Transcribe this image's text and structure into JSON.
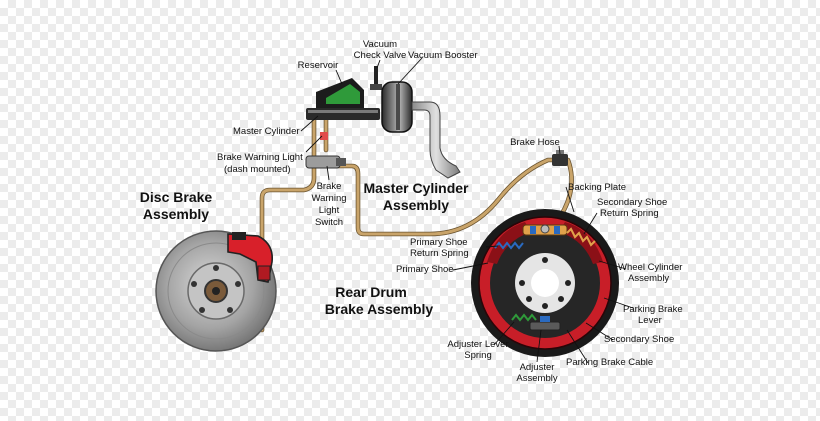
{
  "labels": {
    "vacuum_check_valve_1": "Vacuum",
    "vacuum_check_valve_2": "Check Valve",
    "vacuum_booster": "Vacuum Booster",
    "reservoir": "Reservoir",
    "master_cylinder": "Master Cylinder",
    "brake_warning_light_1": "Brake Warning Light",
    "brake_warning_light_2": "(dash mounted)",
    "brake_warning_switch_1": "Brake",
    "brake_warning_switch_2": "Warning",
    "brake_warning_switch_3": "Light",
    "brake_warning_switch_4": "Switch",
    "brake_hose": "Brake Hose",
    "backing_plate": "Backing Plate",
    "secondary_return_1": "Secondary Shoe",
    "secondary_return_2": "Return Spring",
    "primary_return_1": "Primary Shoe",
    "primary_return_2": "Return Spring",
    "primary_shoe": "Primary Shoe",
    "wheel_cylinder_1": "Wheel Cylinder",
    "wheel_cylinder_2": "Assembly",
    "parking_lever_1": "Parking Brake",
    "parking_lever_2": "Lever",
    "secondary_shoe": "Secondary Shoe",
    "parking_cable": "Parking Brake Cable",
    "adjuster_spring_1": "Adjuster Lever",
    "adjuster_spring_2": "Spring",
    "adjuster_assembly_1": "Adjuster",
    "adjuster_assembly_2": "Assembly"
  },
  "titles": {
    "disc_1": "Disc Brake",
    "disc_2": "Assembly",
    "master_1": "Master Cylinder",
    "master_2": "Assembly",
    "drum_1": "Rear Drum",
    "drum_2": "Brake Assembly"
  },
  "colors": {
    "rotor": "#9a9a9a",
    "caliper": "#d8202a",
    "reservoir_fluid": "#2f9a3a",
    "pipe": "#c9a46a",
    "drum": "#1a1a1a",
    "shoe": "#c81e28"
  }
}
